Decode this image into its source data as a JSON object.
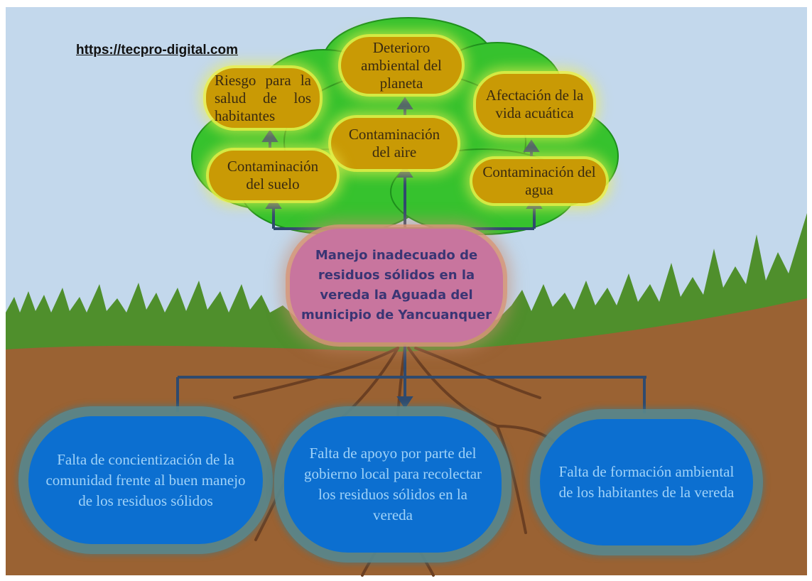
{
  "watermark": "https://tecpro-digital.com",
  "core_problem": "Manejo inadecuado de residuos sólidos en la vereda la Aguada del municipio de Yancuanquer",
  "effects": {
    "deterioro": "Deterioro ambiental del planeta",
    "riesgo": "Riesgo para la salud de los habitantes",
    "afectacion": "Afectación de la vida acuática",
    "aire": "Contaminación del aire",
    "suelo": "Contaminación del suelo",
    "agua": "Contaminación del agua"
  },
  "causes": {
    "concientizacion": "Falta de concientización de la comunidad frente al buen manejo de los residuos sólidos",
    "apoyo": "Falta de apoyo por parte del gobierno local para recolectar los residuos sólidos en la vereda",
    "formacion": "Falta de formación ambiental de los habitantes de la vereda"
  },
  "colors": {
    "sky": "#c3d8ec",
    "grass": "#4f8f2c",
    "soil": "#9a6233",
    "foliage": "#36c22e",
    "effect_box": "#c99a05",
    "core_box": "#c8759e",
    "cause_box": "#0c6fd0",
    "connector": "#2f4a6e"
  }
}
